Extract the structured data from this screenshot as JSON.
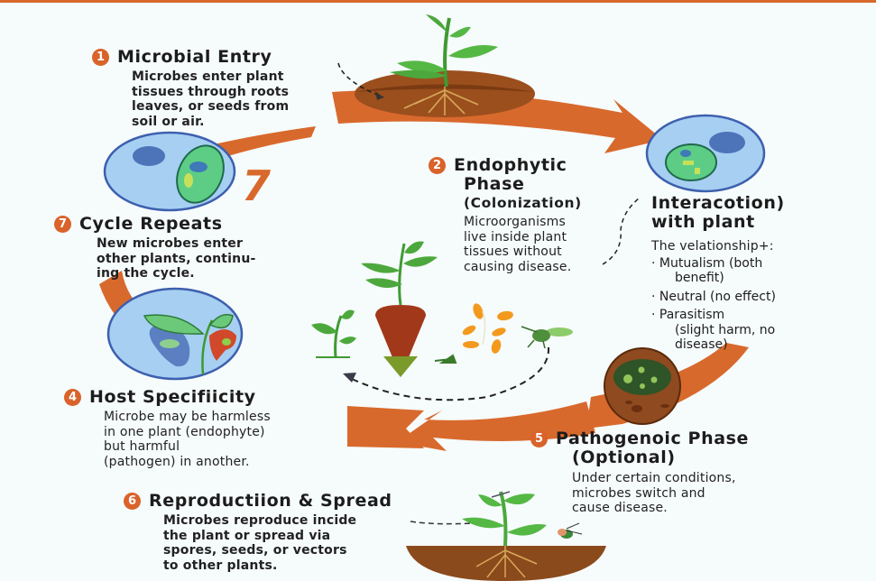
{
  "colors": {
    "accent_orange": "#d8692c",
    "badge_orange": "#d9632a",
    "leaf_green": "#4caf3a",
    "soil_brown": "#8b4a1c",
    "cell_blue": "#9cc8f0",
    "background": "#f6fbfc"
  },
  "stages": [
    {
      "number": "1",
      "title": "Microbial Entry",
      "description": "Microbes enter plant tissues through roots leaves, or seeds from soil or air.",
      "lines": [
        "Microbes enter plant",
        "tissues through roots",
        "leaves, or seeds from",
        "soil or air."
      ]
    },
    {
      "number": "2",
      "title_lines": [
        "Endophytic",
        "Phase"
      ],
      "subtitle": "(Colonization)",
      "lines": [
        "Microorganisms",
        "live inside plant",
        "tissues without",
        "causing disease."
      ]
    },
    {
      "title_lines": [
        "Interacotion)",
        "with plant"
      ],
      "intro": "The velationship+:",
      "bullets": [
        {
          "lines": [
            "Mutualism (both",
            "benefit)"
          ]
        },
        {
          "lines": [
            "Neutral (no effect)"
          ]
        },
        {
          "lines": [
            "Parasitism",
            "(slight harm, no",
            "disease)"
          ]
        }
      ]
    },
    {
      "number": "4",
      "title": "Host Specifiicity",
      "lines": [
        "Microbe may be harmless",
        "in one plant (endophyte)",
        "but harmful",
        "(pathogen) in another."
      ]
    },
    {
      "number": "5",
      "title_lines": [
        "Pathogenoic Phase",
        "(Optional)"
      ],
      "lines": [
        "Under certain conditions,",
        "microbes switch and",
        "cause disease."
      ]
    },
    {
      "number": "6",
      "title": "Reproductiion & Spread",
      "lines": [
        "Microbes reproduce incide",
        "the plant or spread via",
        "spores, seeds, or vectors",
        "to other plants."
      ]
    },
    {
      "number": "7",
      "title": "Cycle Repeats",
      "lines": [
        "New microbes enter",
        "other plants, continu-",
        "ing the cycle."
      ]
    }
  ],
  "decor_label": "7",
  "icons": {
    "top_plant": "seedling-in-soil-icon",
    "cell_1": "microbe-cell-icon",
    "cell_2": "microbe-cell-icon",
    "leaf_cell": "infected-leaf-cell-icon",
    "pathogen": "diseased-tissue-icon",
    "carrot_plant": "root-plant-icon",
    "sprout": "sprout-icon",
    "spores": "spores-icon",
    "insect": "insect-vector-icon",
    "bottom_plant": "plant-with-roots-icon"
  }
}
